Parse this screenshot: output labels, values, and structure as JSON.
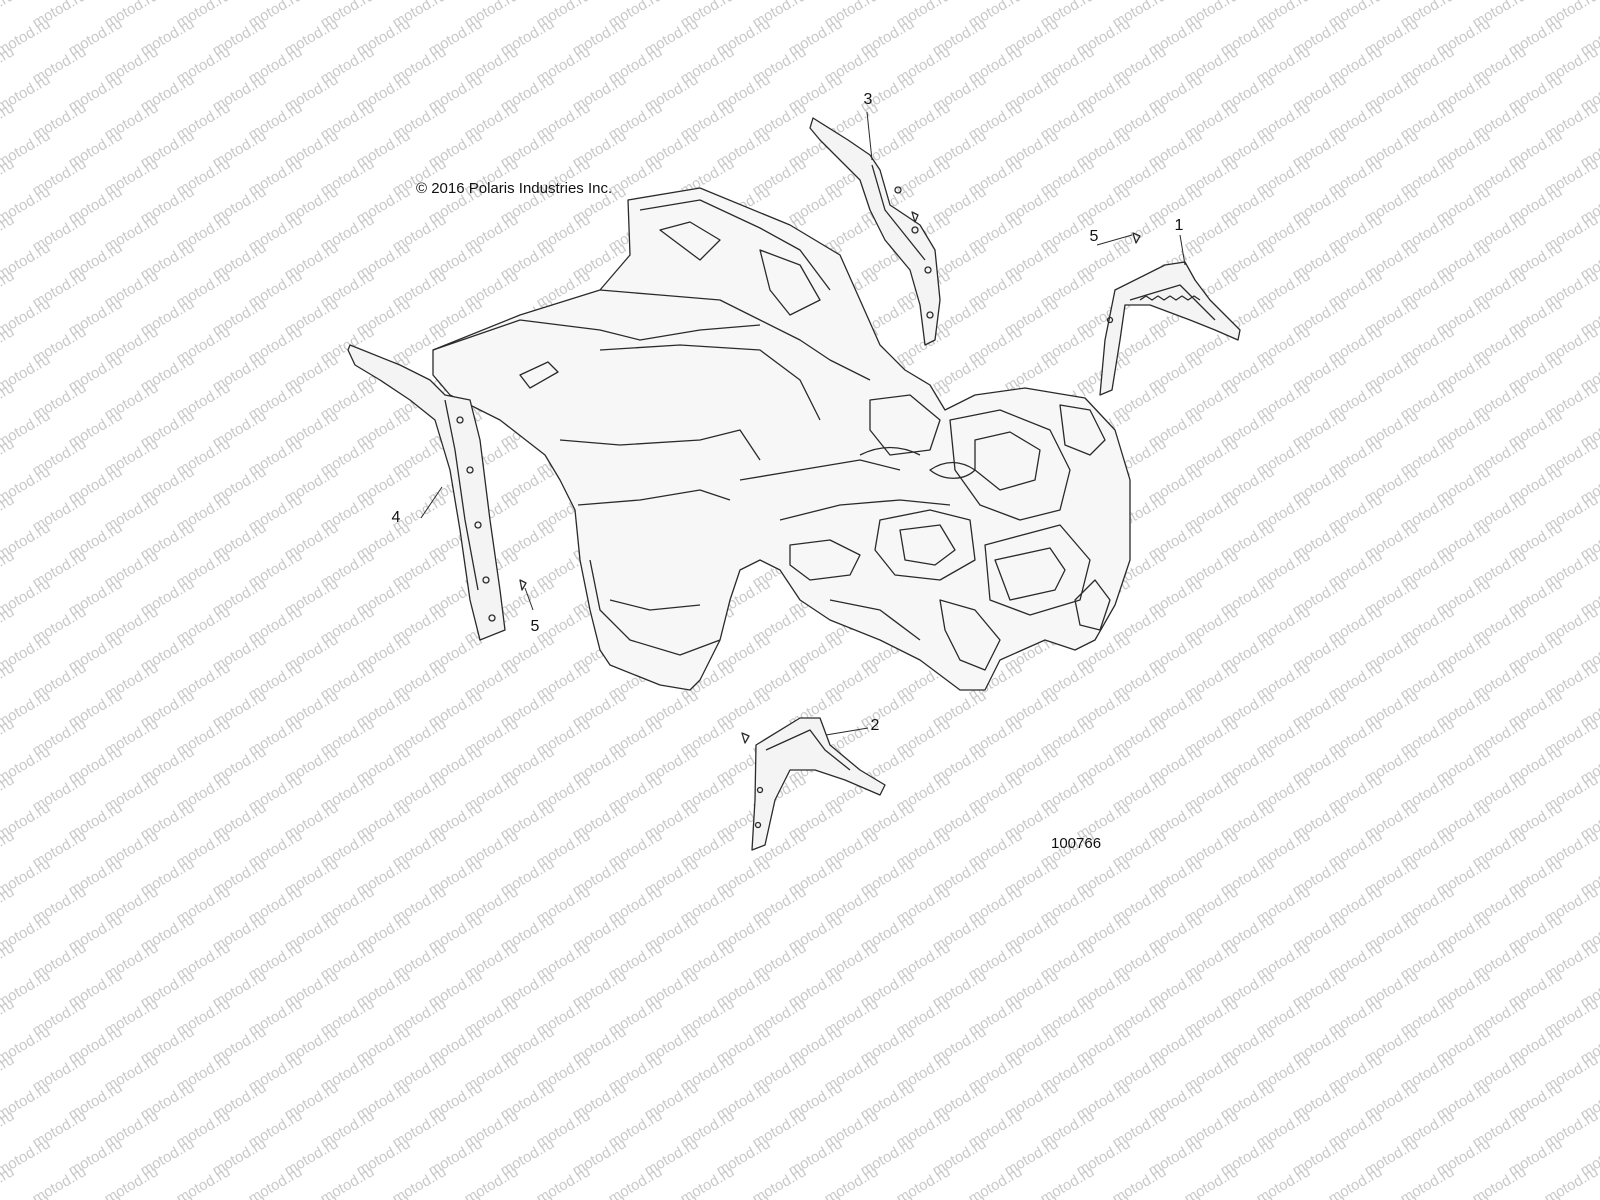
{
  "watermark": {
    "text": "motod.ru",
    "color": "#c9c9c9"
  },
  "copyright": "© 2016 Polaris Industries Inc.",
  "diagram_number": "100766",
  "callouts": [
    {
      "id": "part-1",
      "label": "1"
    },
    {
      "id": "part-2",
      "label": "2"
    },
    {
      "id": "part-3",
      "label": "3"
    },
    {
      "id": "part-4",
      "label": "4"
    },
    {
      "id": "part-5-upper",
      "label": "5"
    },
    {
      "id": "part-5-lower",
      "label": "5"
    }
  ]
}
